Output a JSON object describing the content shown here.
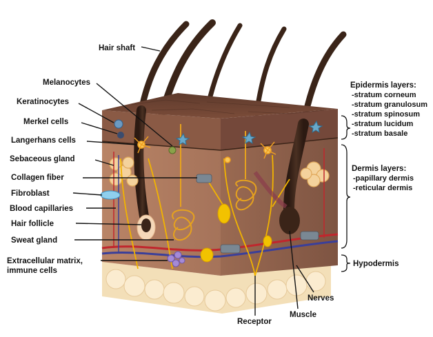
{
  "left_labels": {
    "melanocytes": "Melanocytes",
    "keratinocytes": "Keratinocytes",
    "merkel_cells": "Merkel cells",
    "langerhans_cells": "Langerhans cells",
    "sebaceous_gland": "Sebaceous gland",
    "collagen_fiber": "Collagen fiber",
    "fibroblast": "Fibroblast",
    "blood_capillaries": "Blood capillaries",
    "hair_follicle": "Hair follicle",
    "sweat_gland": "Sweat gland",
    "extracellular_matrix_line1": "Extracellular matrix,",
    "extracellular_matrix_line2": "immune cells"
  },
  "top_labels": {
    "hair_shaft": "Hair shaft"
  },
  "bottom_labels": {
    "receptor": "Receptor",
    "muscle": "Muscle",
    "nerves": "Nerves"
  },
  "right_labels": {
    "epidermis_title": "Epidermis layers:",
    "epidermis_layers": [
      "-stratum corneum",
      "-stratum granulosum",
      "-stratum spinosum",
      "-stratum lucidum",
      "-stratum basale"
    ],
    "dermis_title": "Dermis layers:",
    "dermis_layers": [
      "-papillary dermis",
      "-reticular dermis"
    ],
    "hypodermis_title": "Hypodermis"
  },
  "colors": {
    "epidermis_top": "#6b4232",
    "epidermis_side": "#8a5a45",
    "dermis": "#b07a5e",
    "dermis_dark": "#9c6a50",
    "hypodermis": "#f3dfb8",
    "nerve": "#f2b400",
    "artery": "#c0262d",
    "vein": "#3a3f9a",
    "hair": "#3a2418"
  }
}
